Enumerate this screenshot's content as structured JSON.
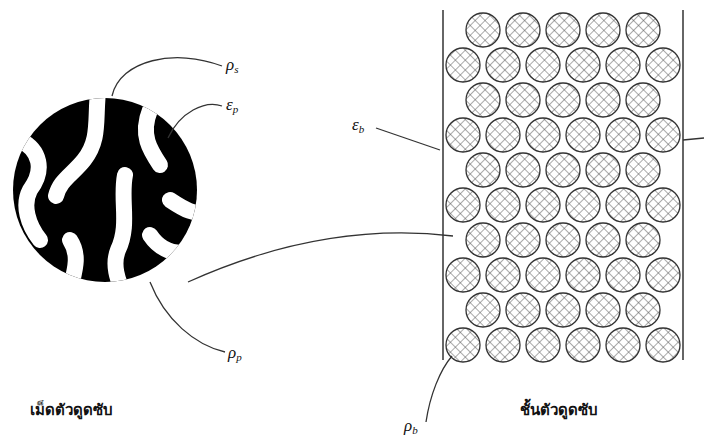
{
  "diagram": {
    "labels": [
      "ρs",
      "εp",
      "ρp",
      "εb",
      "ρb",
      "เม็ดตัวดูดซับ",
      "ชั้นตัวดูดซับ"
    ]
  }
}
